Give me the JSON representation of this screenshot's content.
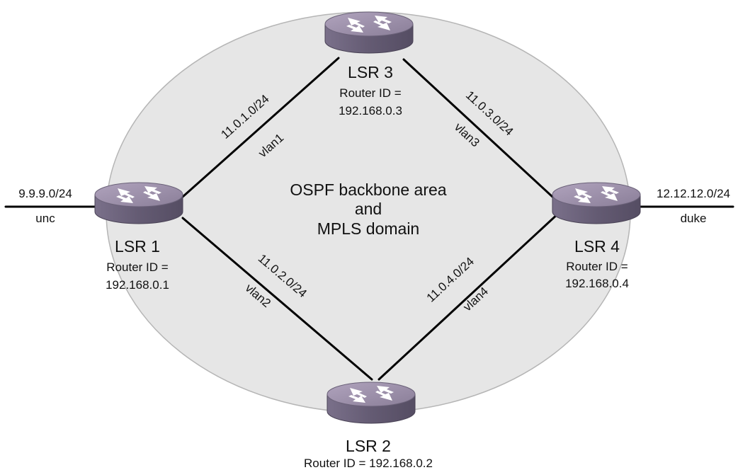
{
  "area": {
    "line1": "OSPF backbone area",
    "line2": "and",
    "line3": "MPLS domain"
  },
  "routers": {
    "lsr1": {
      "name": "LSR 1",
      "id_label": "Router ID =",
      "id_value": "192.168.0.1"
    },
    "lsr2": {
      "name": "LSR 2",
      "id_full": "Router ID = 192.168.0.2"
    },
    "lsr3": {
      "name": "LSR 3",
      "id_label": "Router ID =",
      "id_value": "192.168.0.3"
    },
    "lsr4": {
      "name": "LSR 4",
      "id_label": "Router ID =",
      "id_value": "192.168.0.4"
    }
  },
  "links": {
    "lsr1_lsr3": {
      "subnet": "11.0.1.0/24",
      "vlan": "vlan1"
    },
    "lsr1_lsr2": {
      "subnet": "11.0.2.0/24",
      "vlan": "vlan2"
    },
    "lsr3_lsr4": {
      "subnet": "11.0.3.0/24",
      "vlan": "vlan3"
    },
    "lsr2_lsr4": {
      "subnet": "11.0.4.0/24",
      "vlan": "vlan4"
    }
  },
  "external": {
    "left": {
      "subnet": "9.9.9.0/24",
      "name": "unc"
    },
    "right": {
      "subnet": "12.12.12.0/24",
      "name": "duke"
    }
  },
  "colors": {
    "area_fill": "#e6e6e6",
    "area_stroke": "#b5b5b5",
    "router_top": "#9c8fa8",
    "router_body": "#6f6780",
    "link": "#000000"
  }
}
